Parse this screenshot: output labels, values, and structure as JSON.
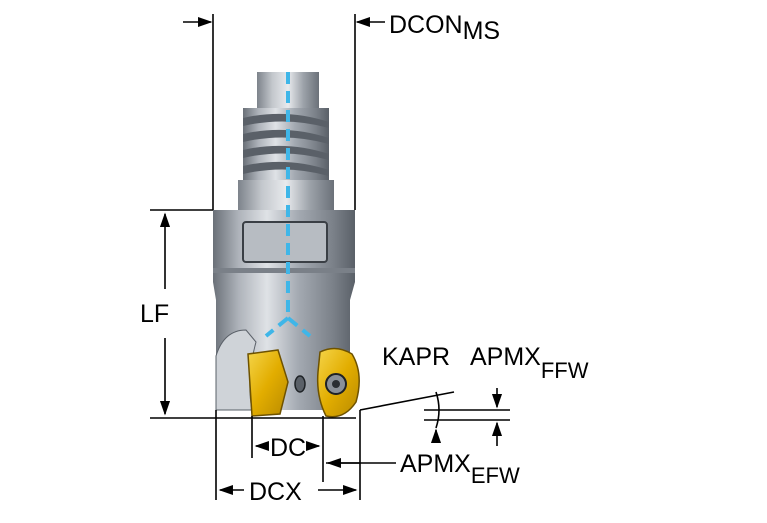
{
  "labels": {
    "dcon": {
      "main": "DCON",
      "sub": "MS"
    },
    "lf": "LF",
    "kapr": "KAPR",
    "apmx_ffw": {
      "main": "APMX",
      "sub": "FFW"
    },
    "dc": "DC",
    "apmx_efw": {
      "main": "APMX",
      "sub": "EFW"
    },
    "dcx": "DCX"
  },
  "colors": {
    "body_steel": "#9aa0a8",
    "body_dark": "#5e646c",
    "body_light": "#d4d8dd",
    "insert_gold": "#e6b800",
    "coolant_channel": "#3fb6e8",
    "dimension_line": "#000000"
  }
}
